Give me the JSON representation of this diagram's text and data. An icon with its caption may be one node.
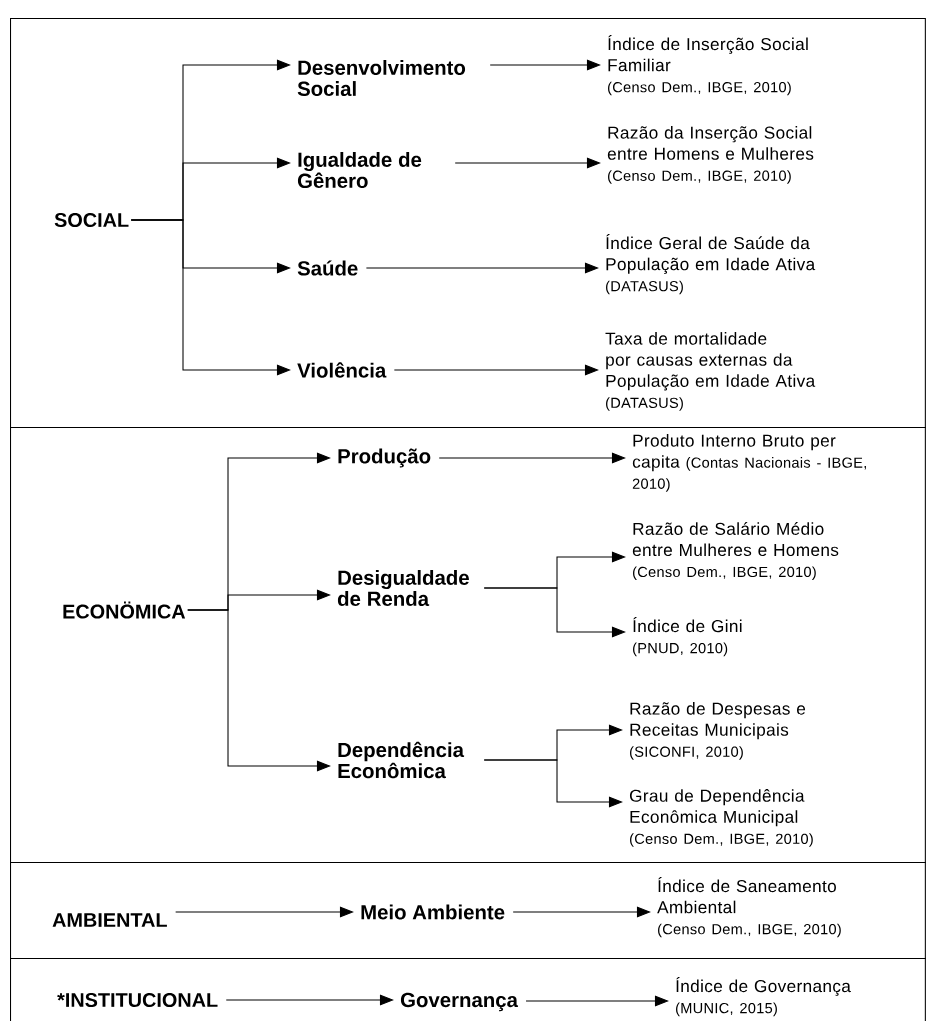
{
  "diagram": {
    "nodes": [
      {
        "text": [],
        "shape": "box"
      },
      {
        "text": [
          "SOCIAL"
        ],
        "in": 0
      },
      {
        "text": [
          "Desenvolvimento Social"
        ],
        "in": 0
      },
      {
        "text": [
          "Igualdade de Gênero"
        ],
        "in": 0
      },
      {
        "text": [
          "Saúde"
        ],
        "in": 0
      },
      {
        "text": [
          "Violência"
        ],
        "in": 0
      },
      {
        "text": [
          "Índice de Inserção Social Familiar",
          "(Censo Dem., IBGE, 2010)"
        ],
        "in": 0
      },
      {
        "text": [
          "Razão da Inserção Social entre Homens e Mulheres",
          "(Censo Dem., IBGE, 2010)"
        ],
        "in": 0
      },
      {
        "text": [
          "Índice Geral de Saúde da População em Idade Ativa",
          "(DATASUS)"
        ],
        "in": 0
      },
      {
        "text": [
          "Taxa de mortalidade por causas externas da População em Idade Ativa",
          "(DATASUS)"
        ],
        "in": 0
      },
      {
        "text": [],
        "shape": "box"
      },
      {
        "text": [
          "ECONÖMICA"
        ],
        "in": 10
      },
      {
        "text": [
          "Produção"
        ],
        "in": 10
      },
      {
        "text": [
          "Desigualdade de Renda"
        ],
        "in": 10
      },
      {
        "text": [
          "Dependência Econômica"
        ],
        "in": 10
      },
      {
        "text": [
          "Produto Interno Bruto per capita",
          "(Contas Nacionais - IBGE, 2010)"
        ],
        "in": 10
      },
      {
        "text": [
          "Razão de Salário Médio entre Mulheres e Homens",
          "(Censo Dem., IBGE, 2010)"
        ],
        "in": 10
      },
      {
        "text": [
          "Índice de Gini",
          "(PNUD, 2010)"
        ],
        "in": 10
      },
      {
        "text": [
          "Razão de Despesas e Receitas Municipais",
          "(SICONFI, 2010)"
        ],
        "in": 10
      },
      {
        "text": [
          "Grau de Dependência Econômica Municipal",
          "(Censo Dem., IBGE, 2010)"
        ],
        "in": 10
      },
      {
        "text": [],
        "shape": "box"
      },
      {
        "text": [
          "AMBIENTAL"
        ],
        "in": 20
      },
      {
        "text": [
          "Meio Ambiente"
        ],
        "in": 20
      },
      {
        "text": [
          "Índice de Saneamento Ambiental",
          "(Censo Dem., IBGE, 2010)"
        ],
        "in": 20
      },
      {
        "text": [],
        "shape": "box"
      },
      {
        "text": [
          "*INSTITUCIONAL"
        ],
        "in": 24
      },
      {
        "text": [
          "Governança"
        ],
        "in": 24
      },
      {
        "text": [
          "Índice de Governança",
          "(MUNIC, 2015)"
        ],
        "in": 24
      }
    ],
    "edges": [
      {
        "from": 1,
        "to": 2,
        "arrow": "to"
      },
      {
        "from": 1,
        "to": 3,
        "arrow": "to"
      },
      {
        "from": 1,
        "to": 4,
        "arrow": "to"
      },
      {
        "from": 1,
        "to": 5,
        "arrow": "to"
      },
      {
        "from": 2,
        "to": 6,
        "arrow": "to"
      },
      {
        "from": 3,
        "to": 7,
        "arrow": "to"
      },
      {
        "from": 4,
        "to": 8,
        "arrow": "to"
      },
      {
        "from": 5,
        "to": 9,
        "arrow": "to"
      },
      {
        "from": 11,
        "to": 12,
        "arrow": "to"
      },
      {
        "from": 11,
        "to": 13,
        "arrow": "to"
      },
      {
        "from": 11,
        "to": 14,
        "arrow": "to"
      },
      {
        "from": 12,
        "to": 15,
        "arrow": "to"
      },
      {
        "from": 13,
        "to": 16,
        "arrow": "to"
      },
      {
        "from": 13,
        "to": 17,
        "arrow": "to"
      },
      {
        "from": 14,
        "to": 18,
        "arrow": "to"
      },
      {
        "from": 14,
        "to": 19,
        "arrow": "to"
      },
      {
        "from": 21,
        "to": 22,
        "arrow": "to"
      },
      {
        "from": 22,
        "to": 23,
        "arrow": "to"
      },
      {
        "from": 25,
        "to": 26,
        "arrow": "to"
      },
      {
        "from": 26,
        "to": 27,
        "arrow": "to"
      }
    ]
  }
}
